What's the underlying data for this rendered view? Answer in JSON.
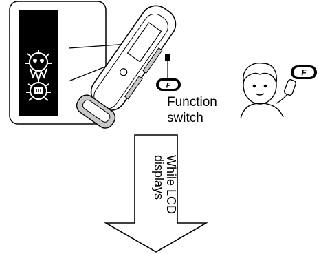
{
  "labels": {
    "function_switch": "Function\nswitch",
    "while_lcd": "While LCD\ndisplays"
  },
  "icons": {
    "function_button": "F",
    "lcd_symbols": [
      "bug-face-icon",
      "sun-face-icon",
      "mug-face-icon"
    ]
  },
  "colors": {
    "lcd_background": "#000000",
    "device_shading": "#c8c8c8",
    "outline": "#000000"
  }
}
